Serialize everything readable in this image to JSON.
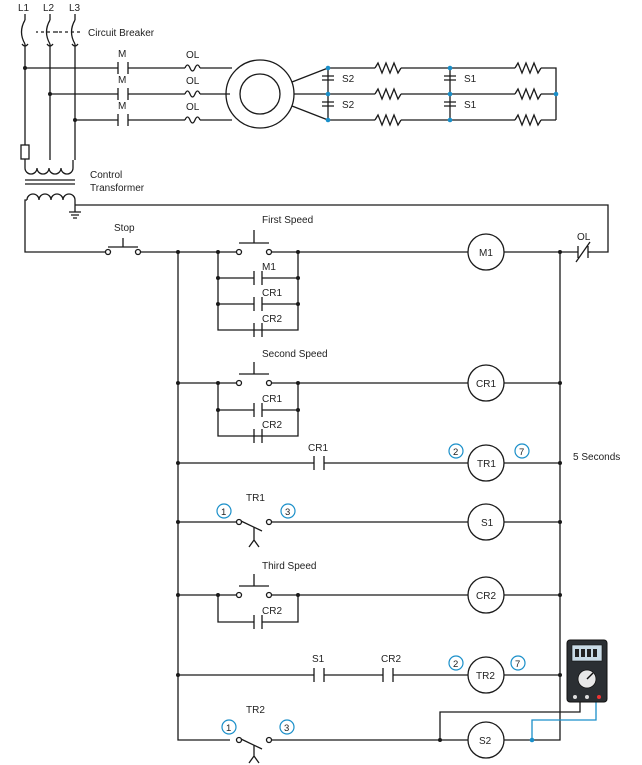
{
  "labels": {
    "l1": "L1",
    "l2": "L2",
    "l3": "L3",
    "circuit_breaker": "Circuit Breaker",
    "m1": "M",
    "m2": "M",
    "m3": "M",
    "ol1": "OL",
    "ol2": "OL",
    "ol3": "OL",
    "s2_top": "S2",
    "s2_bot": "S2",
    "s1_top": "S1",
    "s1_bot": "S1",
    "control": "Control",
    "transformer": "Transformer",
    "stop": "Stop",
    "first_speed": "First Speed",
    "m1_contact": "M1",
    "cr1_a": "CR1",
    "cr2_a": "CR2",
    "second_speed": "Second Speed",
    "cr1_b": "CR1",
    "cr2_b": "CR2",
    "cr1_c": "CR1",
    "tr1_contact": "TR1",
    "third_speed": "Third Speed",
    "cr2_c": "CR2",
    "s1_contact": "S1",
    "cr2_d": "CR2",
    "tr2_contact": "TR2",
    "ol_right": "OL",
    "five_seconds": "5 Seconds"
  },
  "coils": {
    "m1": "M1",
    "cr1": "CR1",
    "tr1": "TR1",
    "s1": "S1",
    "cr2": "CR2",
    "tr2": "TR2",
    "s2": "S2"
  },
  "tags": {
    "tr1_2": "2",
    "tr1_7": "7",
    "s1_1": "1",
    "s1_3": "3",
    "tr2_2": "2",
    "tr2_7": "7",
    "s2_1": "1",
    "s2_3": "3"
  },
  "colors": {
    "wire": "#1a1a1a",
    "meter_lead": "#1a8fc9"
  }
}
